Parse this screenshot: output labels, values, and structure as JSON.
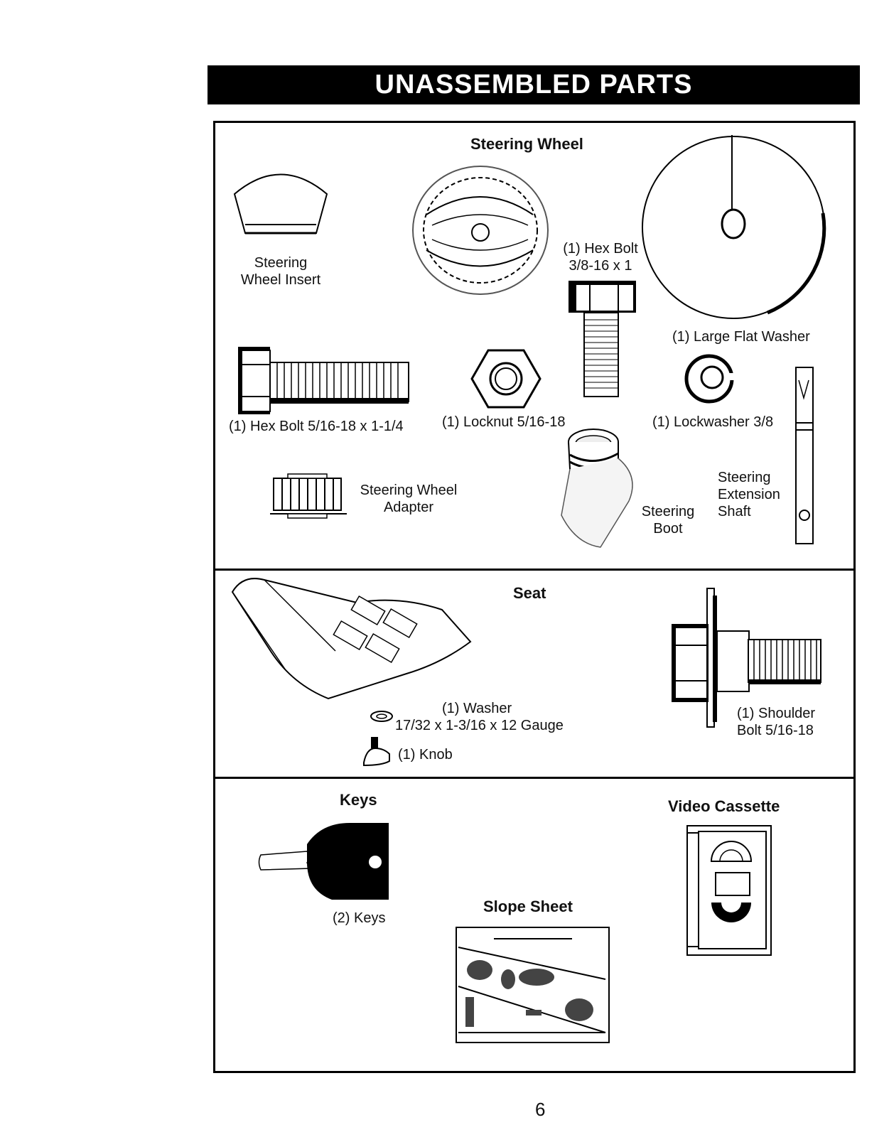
{
  "header": {
    "title": "UNASSEMBLED PARTS"
  },
  "steering": {
    "heading": "Steering Wheel",
    "insert_label": [
      "Steering",
      "Wheel Insert"
    ],
    "hex_bolt_1": [
      "(1) Hex Bolt",
      "3/8-16 x 1"
    ],
    "large_washer": "(1) Large Flat Washer",
    "hex_bolt_2": "(1) Hex Bolt  5/16-18 x 1-1/4",
    "locknut": "(1) Locknut  5/16-18",
    "lockwasher": "(1) Lockwasher  3/8",
    "adapter": [
      "Steering Wheel",
      "Adapter"
    ],
    "boot": [
      "Steering",
      "Boot"
    ],
    "shaft": [
      "Steering",
      "Extension",
      "Shaft"
    ]
  },
  "seat": {
    "heading": "Seat",
    "washer": [
      "(1) Washer",
      "17/32 x 1-3/16 x 12 Gauge"
    ],
    "knob": "(1) Knob",
    "shoulder_bolt": [
      "(1) Shoulder",
      "Bolt  5/16-18"
    ]
  },
  "misc": {
    "keys_heading": "Keys",
    "keys_label": "(2) Keys",
    "slope_heading": "Slope Sheet",
    "video_heading": "Video Cassette"
  },
  "footer": {
    "page_number": "6"
  }
}
